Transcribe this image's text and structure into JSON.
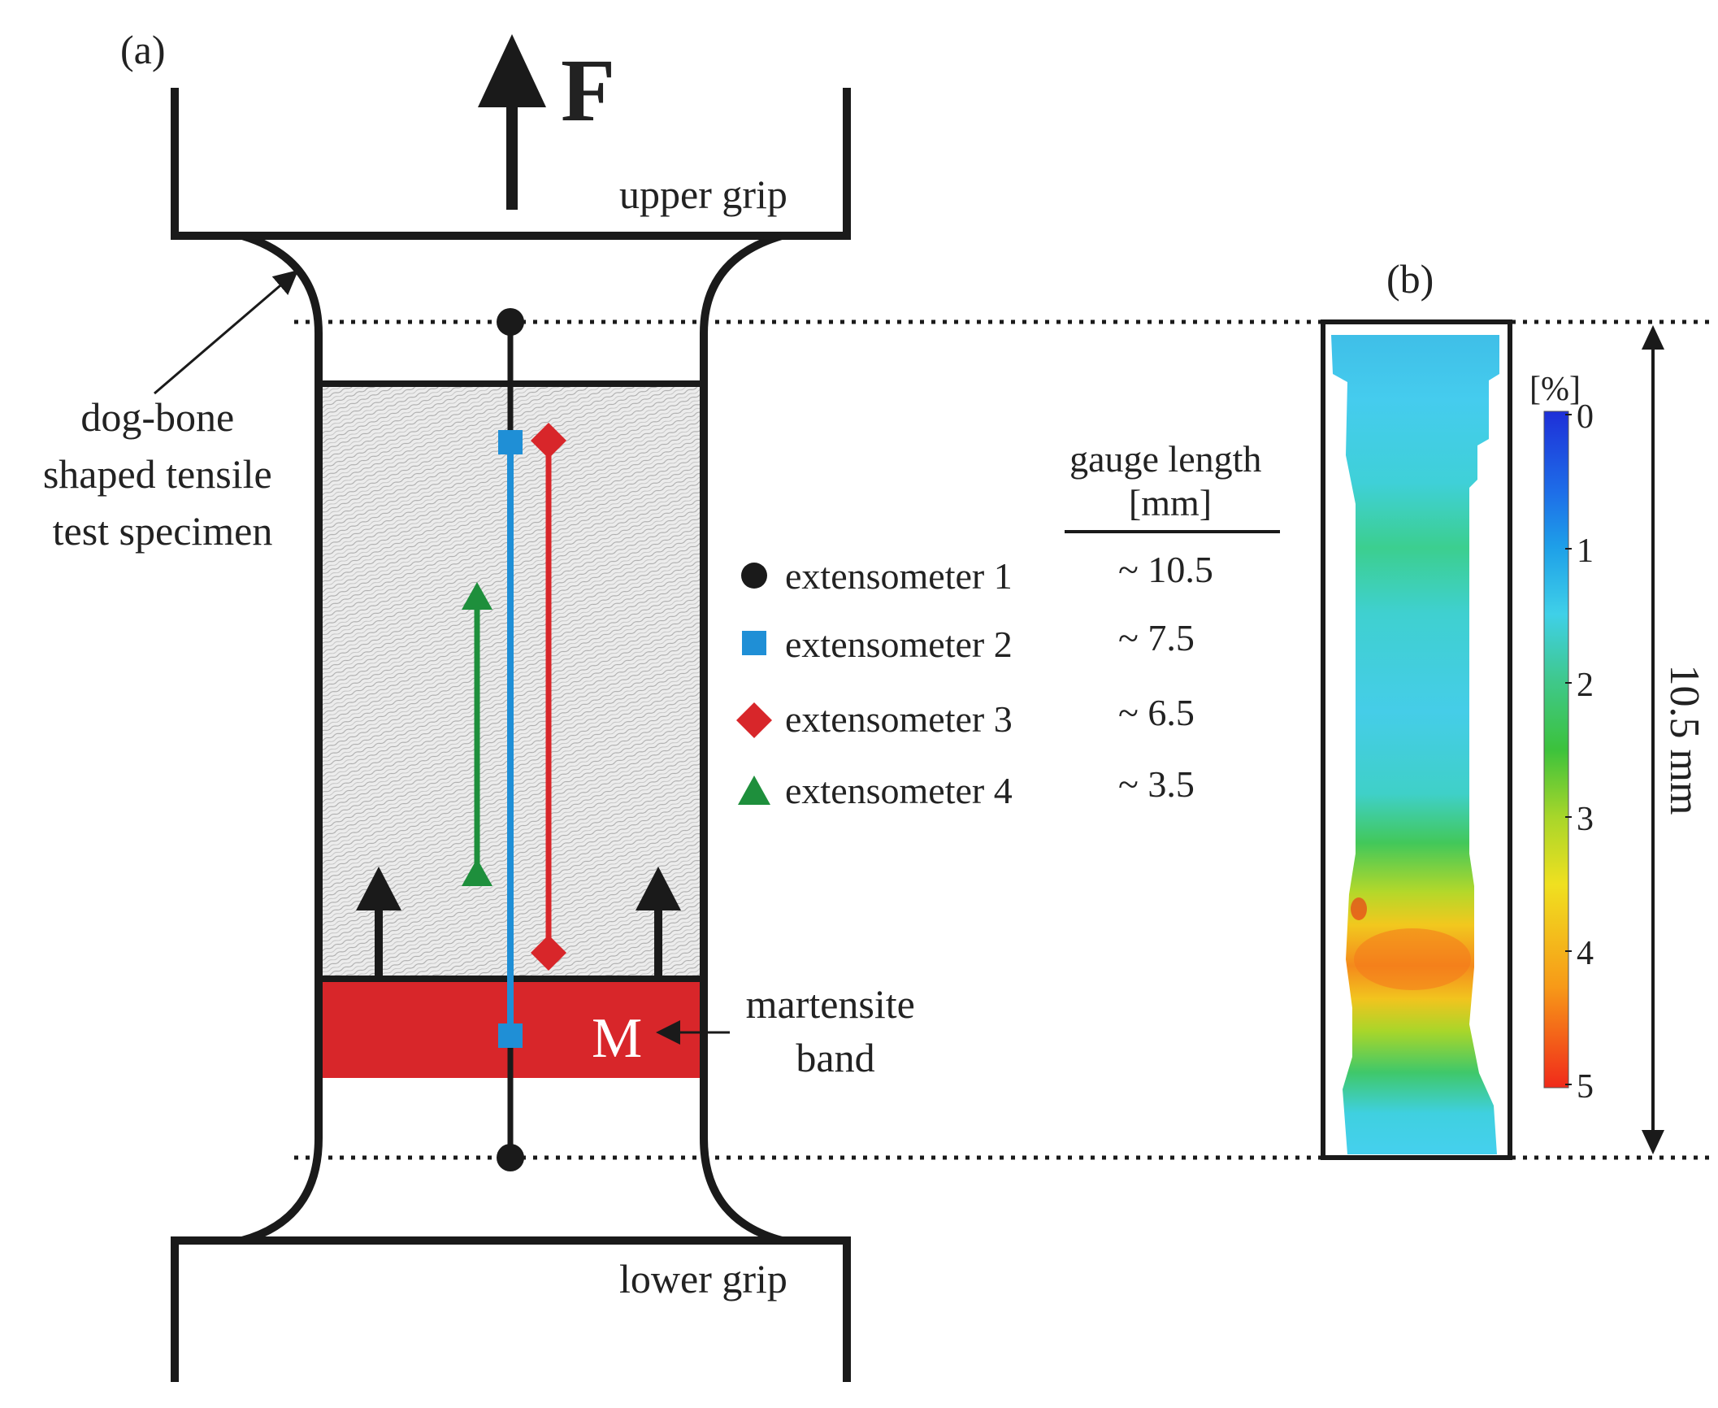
{
  "panel_a": {
    "label": "(a)",
    "force_label": "F",
    "upper_grip_label": "upper grip",
    "lower_grip_label": "lower grip",
    "specimen_label_lines": [
      "dog-bone",
      "shaped tensile",
      "test specimen"
    ],
    "band_letter": "M",
    "band_label_lines": [
      "martensite",
      "band"
    ]
  },
  "legend": {
    "header_lines": [
      "gauge length",
      "[mm]"
    ],
    "items": [
      {
        "label": "extensometer 1",
        "value": "~ 10.5",
        "marker": "circle",
        "color": "#1a1a1a"
      },
      {
        "label": "extensometer 2",
        "value": "~ 7.5",
        "marker": "square",
        "color": "#1f8fd6"
      },
      {
        "label": "extensometer 3",
        "value": "~ 6.5",
        "marker": "diamond",
        "color": "#d8262a"
      },
      {
        "label": "extensometer 4",
        "value": "~ 3.5",
        "marker": "triangle",
        "color": "#1e8f3c"
      }
    ]
  },
  "panel_b": {
    "label": "(b)",
    "unit": "[%]",
    "ticks": [
      "0",
      "1",
      "2",
      "3",
      "4",
      "5"
    ],
    "length_label": "10.5 mm"
  },
  "colors": {
    "martensite_band": "#d8262a",
    "outline": "#1a1a1a",
    "hatch_bg": "#ececec",
    "colormap": [
      "#1e2fd8",
      "#1e8fe8",
      "#3fd0e8",
      "#3fc88a",
      "#3cc23c",
      "#a8d62a",
      "#f0e020",
      "#f79a18",
      "#f02a1a"
    ]
  }
}
